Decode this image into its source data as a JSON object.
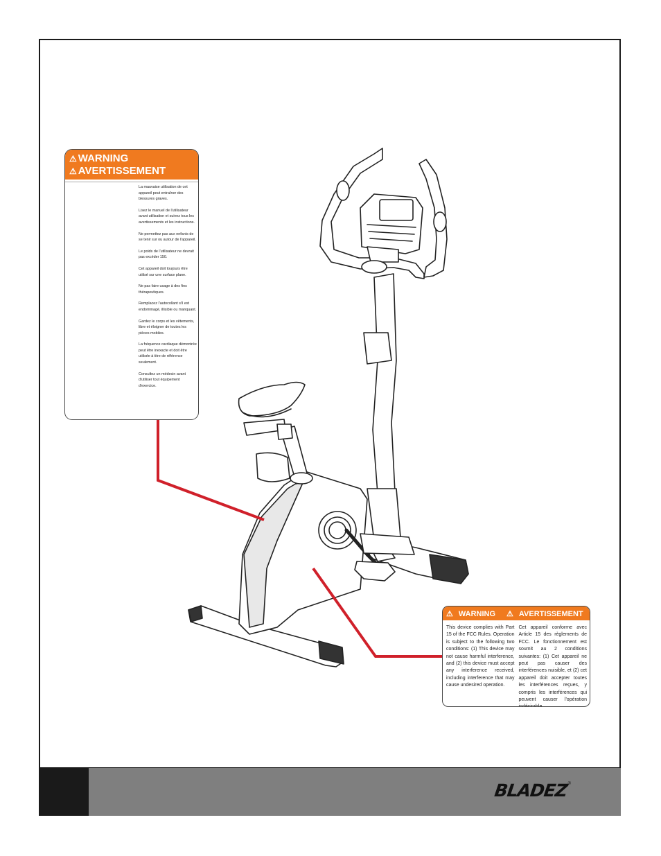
{
  "colors": {
    "label_orange": "#f07a1f",
    "leader_red": "#d0202a",
    "footer_gray": "#7f7f7f",
    "footer_dark": "#1a1a1a"
  },
  "label_top": {
    "warning_icon": "warning-triangle-icon",
    "title_en": "WARNING",
    "title_fr": "AVERTISSEMENT",
    "lines": [
      "La mauvaise utilisation de cet appareil peut entraîner des blessures graves.",
      "Lisez le manuel de l'utilisateur avant utilisation et suivez tous les avertissements et les instructions.",
      "Ne permettez pas aux enfants de se tenir sur ou autour de l'appareil.",
      "Le poids de l'utilisateur ne devrait pas excéder 150.",
      "Cet appareil doit toujours être utilisé sur une surface plane.",
      "Ne pas faire usage à des fins thérapeutiques.",
      "Remplacez l'autocollant s'il est endommagé, illisible ou manquant.",
      "Gardez le corps et les vêtements, libre et éloigner de toutes les pièces mobiles.",
      "La fréquence cardiaque démontrée peut être inexacte et doit être utilisée à titre de référence seulement.",
      "Consultez un médecin avant d'utiliser tout équipement d'exercice."
    ]
  },
  "label_bottom": {
    "title_en": "WARNING",
    "title_fr": "AVERTISSEMENT",
    "text_en": "This device complies with Part 15 of the FCC Rules. Operation is subject to the following two conditions: (1) This device may not cause harmful interference, and (2) this device must accept any interference received, including interference that may cause undesired operation.",
    "text_fr": "Cet appareil conforme avec Article 15 des règlements de FCC. Le fonctionnement est soumit au 2 conditions suivantes: (1) Cet appareil ne peut pas causer des interférences nuisible, et (2) cet appareil doit accepter toutes les interférences reçues, y compris les interférences qui peuvent causer l'opération indésirable."
  },
  "footer": {
    "brand": "BLADEZ",
    "trademark": "®"
  }
}
